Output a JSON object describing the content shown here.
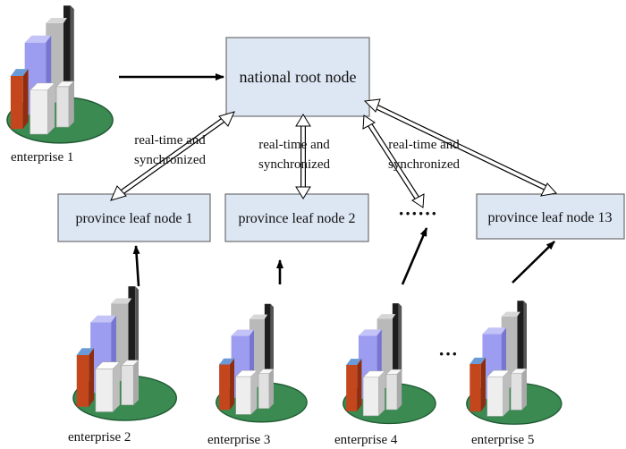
{
  "root_node": {
    "label": "national root node"
  },
  "leaf_nodes": [
    {
      "label": "province leaf node 1"
    },
    {
      "label": "province leaf node 2"
    },
    {
      "label": "province leaf node 13"
    }
  ],
  "leaf_ellipsis": "······",
  "sync_label_line1": "real-time and",
  "sync_label_line2": "synchronized",
  "enterprises": [
    {
      "label": "enterprise  1"
    },
    {
      "label": "enterprise  2"
    },
    {
      "label": "enterprise  3"
    },
    {
      "label": "enterprise  4"
    },
    {
      "label": "enterprise  5"
    }
  ],
  "enterprise_ellipsis": "···",
  "colors": {
    "node_fill": "#dde6f3",
    "node_border": "#6f6f6f",
    "arrow": "#000000",
    "ground": "#3a8a52",
    "tower_black": "#1d1d1d",
    "tower_blue": "#9c9cf0",
    "tower_orange": "#c4461c"
  }
}
